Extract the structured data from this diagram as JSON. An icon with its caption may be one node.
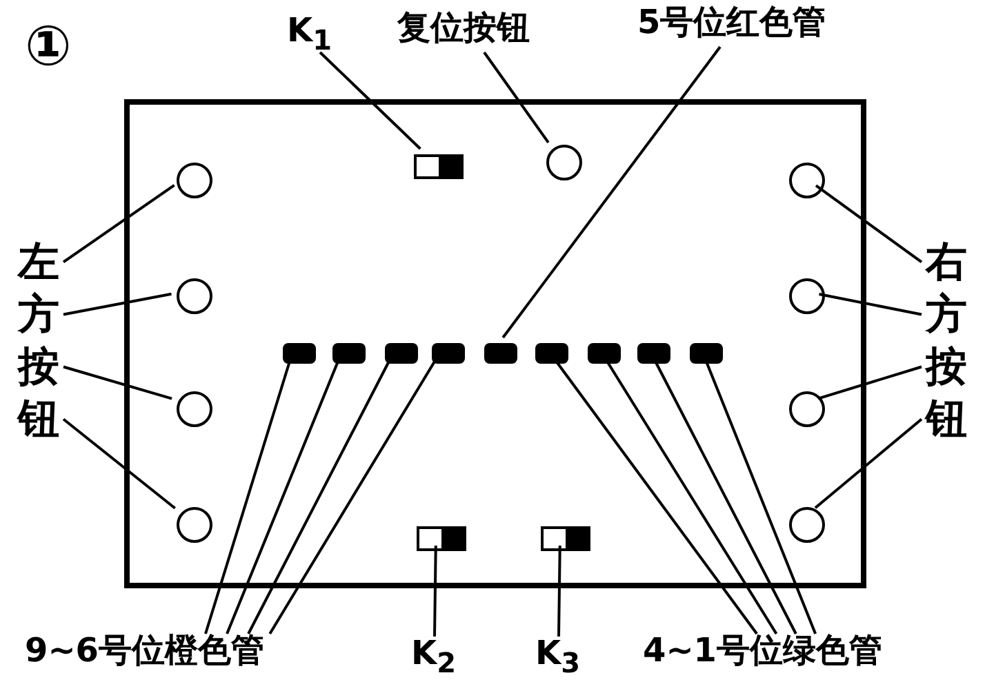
{
  "diagram": {
    "nodes": [
      {
        "text": [],
        "shape": "box"
      },
      {
        "text": [
          "K$_{1}$"
        ]
      },
      {
        "text": [
          "复位按钮"
        ]
      },
      {
        "text": [
          "5号位红色管"
        ]
      },
      {
        "text": [],
        "shape": "box",
        "in": 0
      },
      {
        "text": [],
        "shape": "circle",
        "in": 0
      },
      {
        "text": [],
        "shape": "circle",
        "in": 0
      },
      {
        "text": [],
        "shape": "circle",
        "in": 0
      },
      {
        "text": [],
        "shape": "circle",
        "in": 0
      },
      {
        "text": [],
        "shape": "circle",
        "in": 0
      },
      {
        "text": [],
        "shape": "circle",
        "in": 0
      },
      {
        "text": [],
        "shape": "circle",
        "in": 0
      },
      {
        "text": [],
        "shape": "circle",
        "in": 0
      },
      {
        "text": [],
        "shape": "circle",
        "in": 0
      },
      {
        "text": [],
        "shape": "bar",
        "in": 0
      },
      {
        "text": [],
        "shape": "bar",
        "in": 0
      },
      {
        "text": [],
        "shape": "bar",
        "in": 0
      },
      {
        "text": [],
        "shape": "bar",
        "in": 0
      },
      {
        "text": [],
        "shape": "bar",
        "in": 0
      },
      {
        "text": [],
        "shape": "bar",
        "in": 0
      },
      {
        "text": [],
        "shape": "bar",
        "in": 0
      },
      {
        "text": [],
        "shape": "bar",
        "in": 0
      },
      {
        "text": [],
        "shape": "bar",
        "in": 0
      },
      {
        "text": [],
        "shape": "box",
        "in": 0
      },
      {
        "text": [],
        "shape": "box",
        "in": 0
      },
      {
        "text": [
          "左方按钮"
        ]
      },
      {
        "text": [
          "右方按钮"
        ]
      },
      {
        "text": [
          "9~6号位橙色管"
        ]
      },
      {
        "text": [
          "K$_{2}$"
        ]
      },
      {
        "text": [
          "K$_{3}$"
        ]
      },
      {
        "text": [
          "4~1号位绿色管"
        ]
      }
    ],
    "edges": [
      {
        "from": 1,
        "to": 4,
        "arrow": "none"
      },
      {
        "from": 2,
        "to": 5,
        "arrow": "none"
      },
      {
        "from": 3,
        "to": 18,
        "arrow": "none"
      },
      {
        "from": 25,
        "to": 6,
        "arrow": "none"
      },
      {
        "from": 25,
        "to": 7,
        "arrow": "none"
      },
      {
        "from": 25,
        "to": 8,
        "arrow": "none"
      },
      {
        "from": 25,
        "to": 9,
        "arrow": "none"
      },
      {
        "from": 26,
        "to": 10,
        "arrow": "none"
      },
      {
        "from": 26,
        "to": 11,
        "arrow": "none"
      },
      {
        "from": 26,
        "to": 12,
        "arrow": "none"
      },
      {
        "from": 26,
        "to": 13,
        "arrow": "none"
      },
      {
        "from": 27,
        "to": 14,
        "arrow": "none"
      },
      {
        "from": 27,
        "to": 15,
        "arrow": "none"
      },
      {
        "from": 27,
        "to": 16,
        "arrow": "none"
      },
      {
        "from": 27,
        "to": 17,
        "arrow": "none"
      },
      {
        "from": 28,
        "to": 23,
        "arrow": "none"
      },
      {
        "from": 29,
        "to": 24,
        "arrow": "none"
      },
      {
        "from": 30,
        "to": 19,
        "arrow": "none"
      },
      {
        "from": 30,
        "to": 20,
        "arrow": "none"
      },
      {
        "from": 30,
        "to": 21,
        "arrow": "none"
      },
      {
        "from": 30,
        "to": 22,
        "arrow": "none"
      }
    ],
    "labels": [
      "①"
    ]
  }
}
